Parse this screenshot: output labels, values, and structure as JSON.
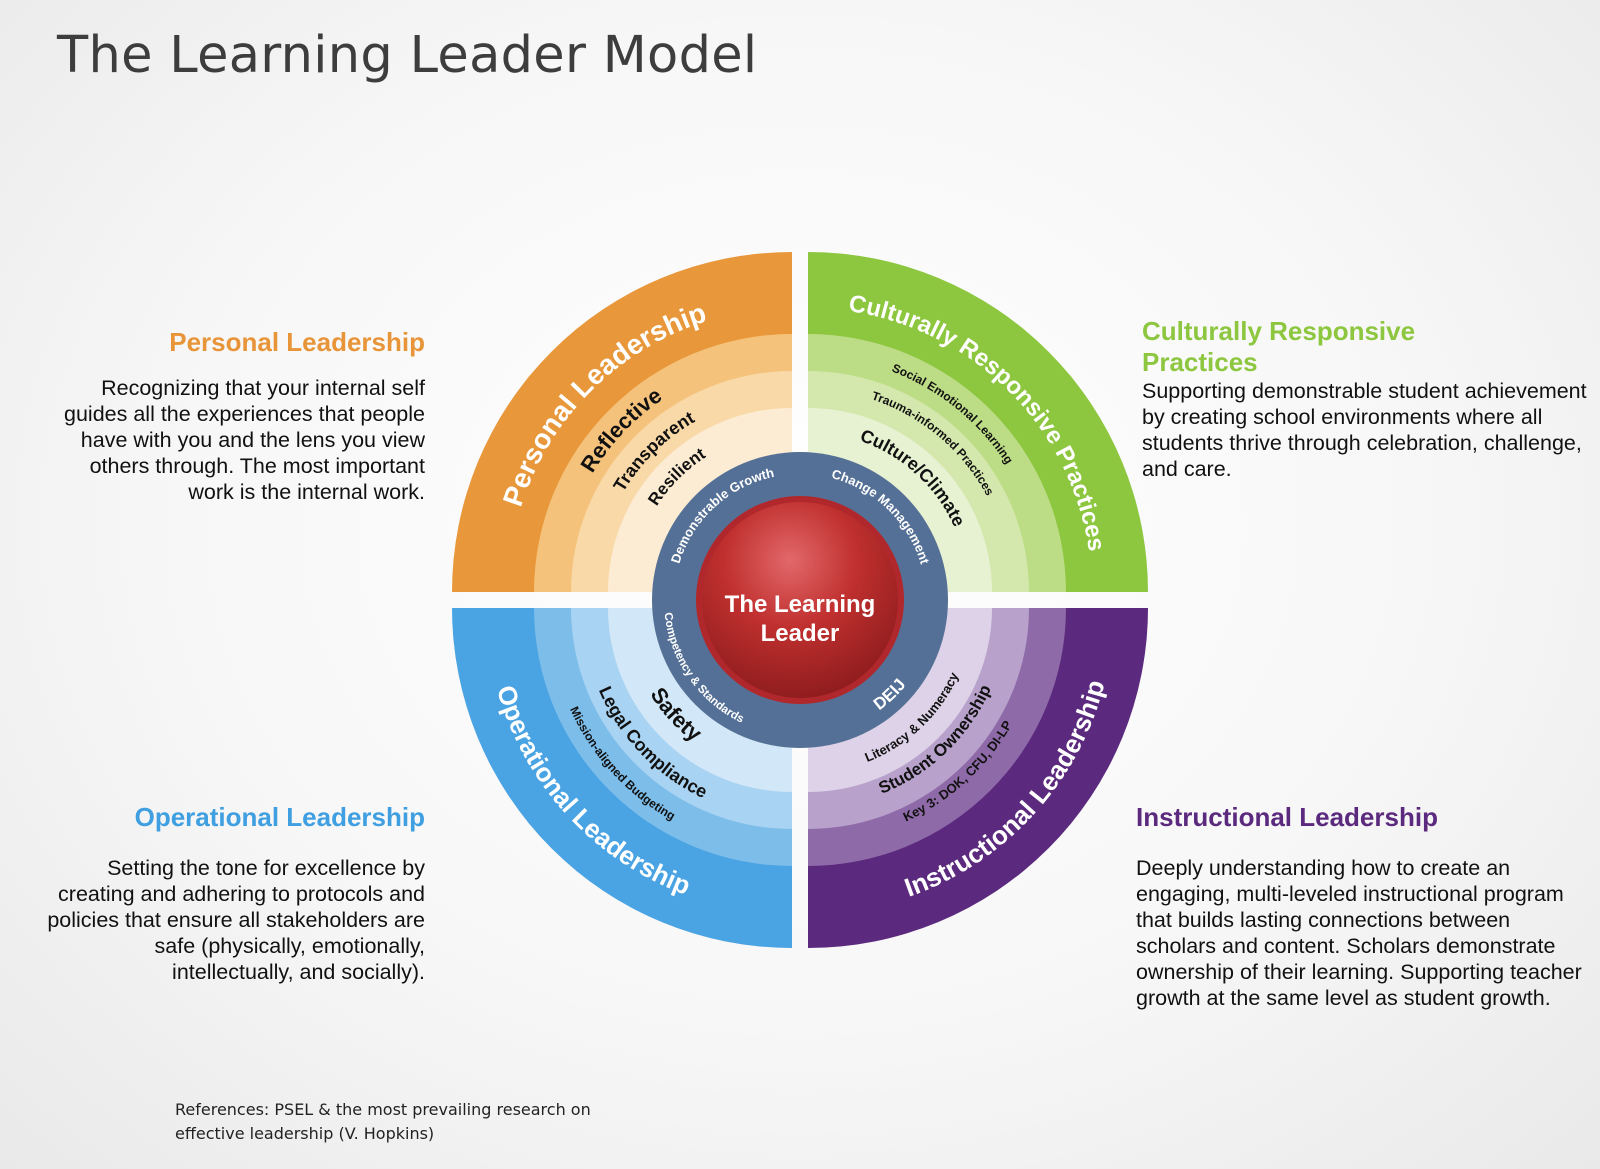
{
  "title": "The Learning Leader Model",
  "colors": {
    "personal": [
      "#e8983a",
      "#f5c27b",
      "#f9d9a8",
      "#fcecd3"
    ],
    "cultural": [
      "#8dc63f",
      "#bcdc85",
      "#d4e8ad",
      "#e7f2d2"
    ],
    "operational": [
      "#4aa3e3",
      "#7cbdea",
      "#a8d3f2",
      "#d2e8f8"
    ],
    "instructional": [
      "#5b2a7e",
      "#8f6aa8",
      "#b8a2cc",
      "#ddd2e7"
    ],
    "core_ring": "#557096",
    "center": "#b0282b"
  },
  "sections": {
    "personal": {
      "heading": "Personal Leadership",
      "body": "Recognizing that your internal self guides all the experiences that people have with you and the lens you view others through.  The most important work is the internal work."
    },
    "cultural": {
      "heading": "Culturally Responsive Practices",
      "body": "Supporting demonstrable student achievement by creating school environments where all students thrive through celebration, challenge, and care."
    },
    "operational": {
      "heading": "Operational Leadership",
      "body": "Setting the tone for excellence by creating and adhering to protocols and policies that ensure all stakeholders are safe (physically, emotionally, intellectually, and socially)."
    },
    "instructional": {
      "heading": "Instructional Leadership",
      "body": "Deeply understanding how to create an engaging, multi-leveled instructional program that builds lasting connections between scholars and content. Scholars demonstrate ownership of their learning. Supporting teacher growth at the same level as student growth."
    }
  },
  "diagram": {
    "center_line1": "The Learning",
    "center_line2": "Leader",
    "personal_outer": "Personal Leadership",
    "personal_items": [
      "Reflective",
      "Transparent",
      "Resilient"
    ],
    "cultural_outer": "Culturally Responsive Practices",
    "cultural_items": [
      "Social Emotional Learning",
      "Trauma-informed Practices",
      "Culture/Climate"
    ],
    "operational_outer": "Operational  Leadership",
    "operational_items": [
      "Mission-aligned Budgeting",
      "Legal Compliance",
      "Safety"
    ],
    "instructional_outer": "Instructional Leadership",
    "instructional_items": [
      "Key 3: DOK, CFU, DI-LP",
      "Student Ownership",
      "Literacy & Numeracy"
    ],
    "core_labels": [
      "Demonstrable Growth",
      "Change Management",
      "Competency & Standards",
      "DEIJ"
    ]
  },
  "references": {
    "line1": "References: PSEL & the most prevailing research on",
    "line2": "effective leadership (V. Hopkins)"
  }
}
